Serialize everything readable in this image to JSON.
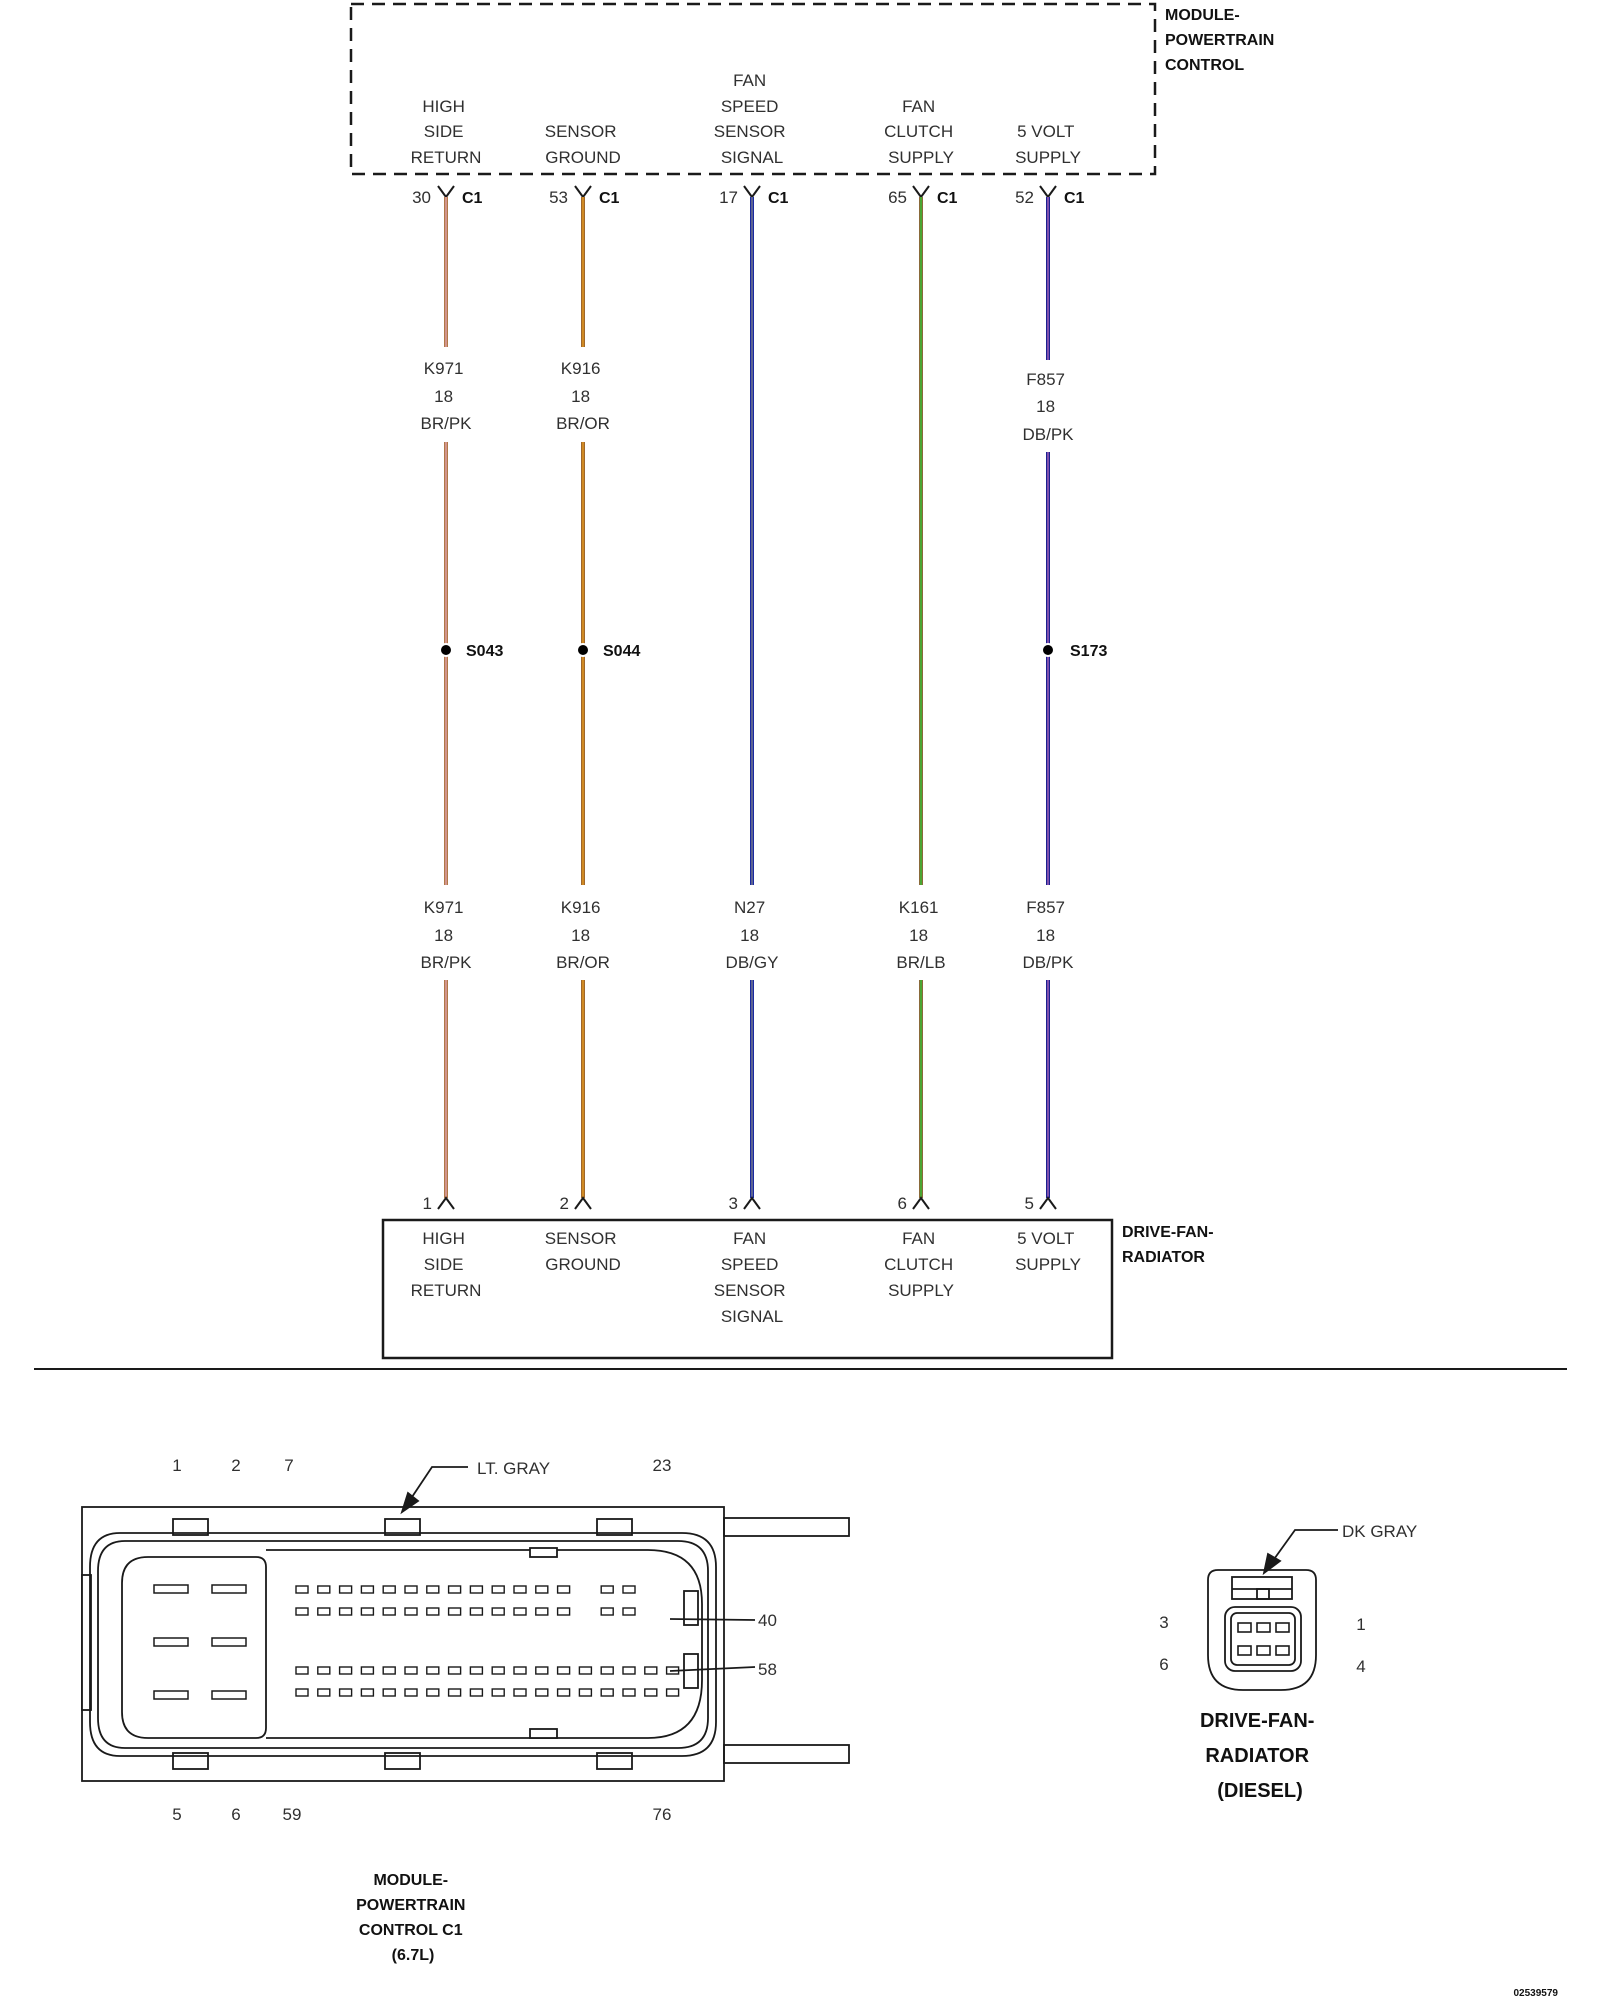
{
  "pcm_module": {
    "name_lines": [
      "MODULE-",
      "POWERTRAIN",
      "CONTROL"
    ]
  },
  "radiator_module": {
    "name_lines": [
      "DRIVE-FAN-",
      "RADIATOR"
    ]
  },
  "circuits": [
    {
      "top_label": [
        "HIGH",
        "SIDE",
        "RETURN"
      ],
      "pcm_pin": "30",
      "pcm_connector": "C1",
      "upper_wire": [
        "K971",
        "18",
        "BR/PK"
      ],
      "splice": "S043",
      "lower_wire": [
        "K971",
        "18",
        "BR/PK"
      ],
      "fan_pin": "1",
      "bottom_label": [
        "HIGH",
        "SIDE",
        "RETURN"
      ],
      "color_main": "#b07848",
      "color_stripe": "#e8a8b8"
    },
    {
      "top_label": [
        "SENSOR",
        "GROUND"
      ],
      "pcm_pin": "53",
      "pcm_connector": "C1",
      "upper_wire": [
        "K916",
        "18",
        "BR/OR"
      ],
      "splice": "S044",
      "lower_wire": [
        "K916",
        "18",
        "BR/OR"
      ],
      "fan_pin": "2",
      "bottom_label": [
        "SENSOR",
        "GROUND"
      ],
      "color_main": "#a0682a",
      "color_stripe": "#f0a020"
    },
    {
      "top_label": [
        "FAN",
        "SPEED",
        "SENSOR",
        "SIGNAL"
      ],
      "pcm_pin": "17",
      "pcm_connector": "C1",
      "upper_wire": [],
      "splice": "",
      "lower_wire": [
        "N27",
        "18",
        "DB/GY"
      ],
      "fan_pin": "3",
      "bottom_label": [
        "FAN",
        "SPEED",
        "SENSOR",
        "SIGNAL"
      ],
      "color_main": "#1a2aa0",
      "color_stripe": "#8a8a8a"
    },
    {
      "top_label": [
        "FAN",
        "CLUTCH",
        "SUPPLY"
      ],
      "pcm_pin": "65",
      "pcm_connector": "C1",
      "upper_wire": [],
      "splice": "",
      "lower_wire": [
        "K161",
        "18",
        "BR/LB"
      ],
      "fan_pin": "6",
      "bottom_label": [
        "FAN",
        "CLUTCH",
        "SUPPLY"
      ],
      "color_main": "#8a6a3a",
      "color_stripe": "#30c030"
    },
    {
      "top_label": [
        "5 VOLT",
        "SUPPLY"
      ],
      "pcm_pin": "52",
      "pcm_connector": "C1",
      "upper_wire": [
        "F857",
        "18",
        "DB/PK"
      ],
      "splice": "S173",
      "lower_wire": [
        "F857",
        "18",
        "DB/PK"
      ],
      "fan_pin": "5",
      "bottom_label": [
        "5 VOLT",
        "SUPPLY"
      ],
      "color_main": "#1a2090",
      "color_stripe": "#c070c0"
    }
  ],
  "pcm_connector_view": {
    "color_label": "LT. GRAY",
    "top_pins": [
      "1",
      "2",
      "7",
      "23"
    ],
    "bottom_pins": [
      "5",
      "6",
      "59",
      "76"
    ],
    "side_pins": [
      "40",
      "58"
    ],
    "caption": [
      "MODULE-",
      "POWERTRAIN",
      "CONTROL C1",
      "(6.7L)"
    ]
  },
  "fan_connector_view": {
    "color_label": "DK GRAY",
    "left_pins": [
      "3",
      "6"
    ],
    "right_pins": [
      "1",
      "4"
    ],
    "caption": [
      "DRIVE-FAN-",
      "RADIATOR",
      "(DIESEL)"
    ]
  },
  "doc_id": "02539579"
}
